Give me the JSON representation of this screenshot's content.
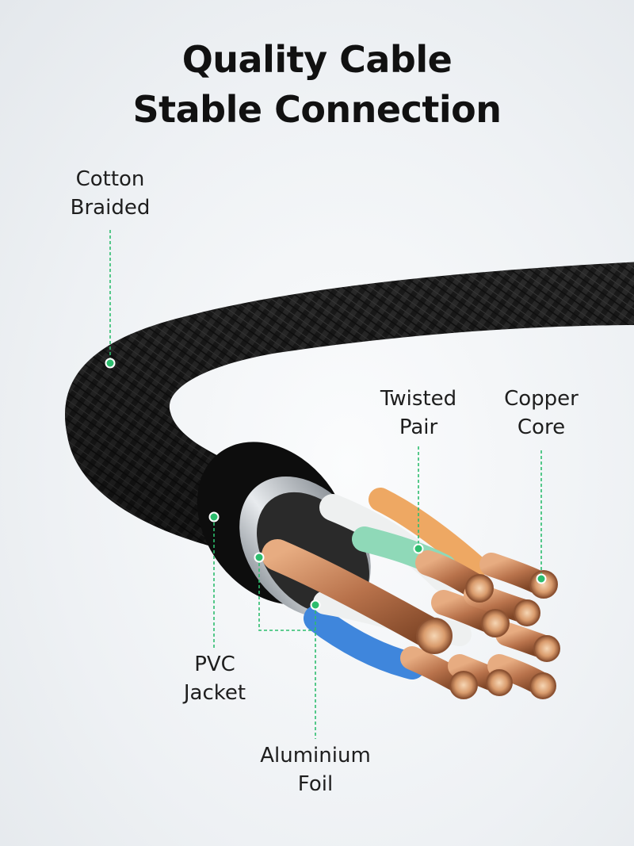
{
  "headline": {
    "line1": "Quality Cable",
    "line2": "Stable Connection"
  },
  "callouts": {
    "cotton_braided": {
      "line1": "Cotton",
      "line2": "Braided"
    },
    "twisted_pair": {
      "line1": "Twisted",
      "line2": "Pair"
    },
    "copper_core": {
      "line1": "Copper",
      "line2": "Core"
    },
    "pvc_jacket": {
      "line1": "PVC",
      "line2": "Jacket"
    },
    "aluminium_foil": {
      "line1": "Aluminium",
      "line2": "Foil"
    }
  },
  "colors": {
    "accent": "#2dbd6e",
    "braid": "#1c1c1c",
    "copper": "#c9835a",
    "wire_white": "#eef0f0",
    "wire_green": "#8fd9b8",
    "wire_orange": "#eea863",
    "wire_blue": "#3f86dc"
  }
}
